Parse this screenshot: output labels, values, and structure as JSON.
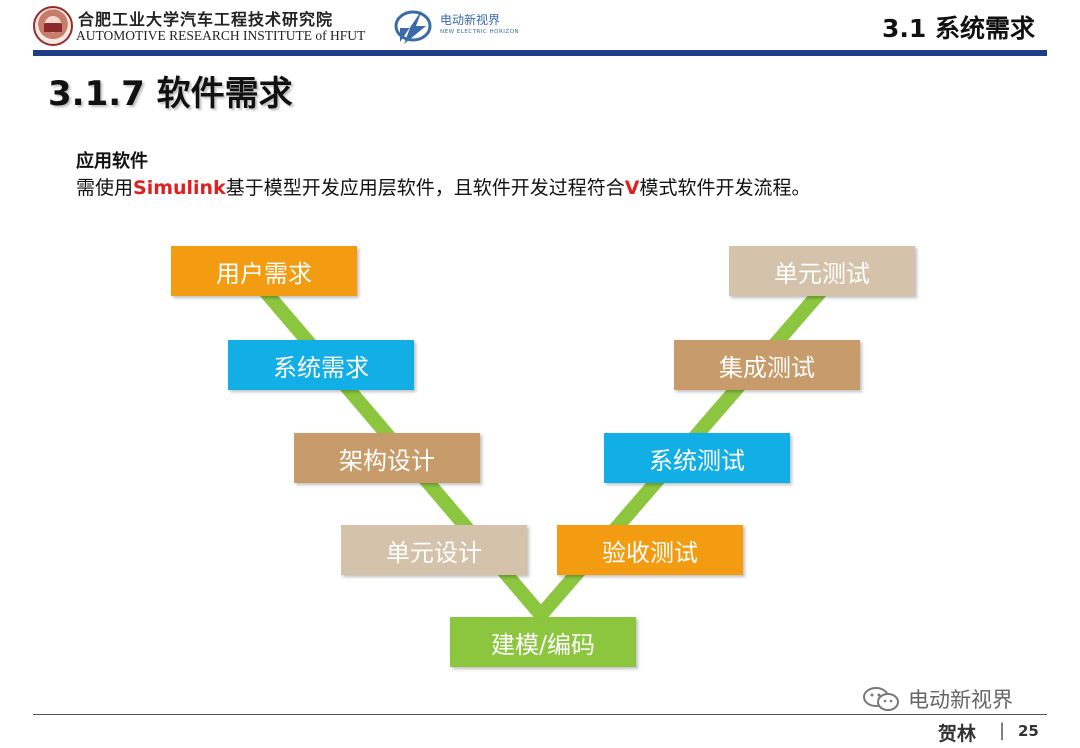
{
  "header": {
    "institute_cn": "合肥工业大学汽车工程技术研究院",
    "institute_en": "AUTOMOTIVE RESEARCH INSTITUTE of HFUT",
    "partner_cn": "电动新视界",
    "partner_en": "NEW ELECTRIC HORIZON",
    "section": "3.1 系统需求"
  },
  "title": "3.1.7 软件需求",
  "content": {
    "subhead": "应用软件",
    "desc_part1": "需使用",
    "desc_hl1": "Simulink",
    "desc_part2": "基于模型开发应用层软件，且软件开发过程符合",
    "desc_hl2": "V",
    "desc_part3": "模式软件开发流程。"
  },
  "v_model": {
    "colors": {
      "orange": "#f39c12",
      "blue": "#12aee6",
      "tan": "#c89b6a",
      "light_tan": "#d5c2aa",
      "green": "#8cc63f",
      "connector": "#8cc63f"
    },
    "left": [
      {
        "label": "用户需求",
        "color": "orange"
      },
      {
        "label": "系统需求",
        "color": "blue"
      },
      {
        "label": "架构设计",
        "color": "tan"
      },
      {
        "label": "单元设计",
        "color": "light_tan"
      }
    ],
    "bottom": {
      "label": "建模/编码",
      "color": "green"
    },
    "right": [
      {
        "label": "单元测试",
        "color": "light_tan"
      },
      {
        "label": "集成测试",
        "color": "tan"
      },
      {
        "label": "系统测试",
        "color": "blue"
      },
      {
        "label": "验收测试",
        "color": "orange"
      }
    ]
  },
  "footer": {
    "wechat_label": "电动新视界",
    "author": "贺林",
    "separator": "|",
    "page": "25"
  }
}
